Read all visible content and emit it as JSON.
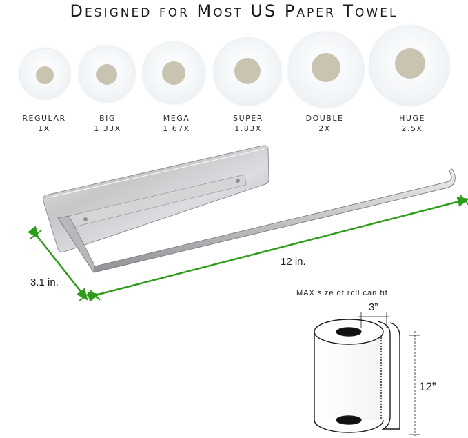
{
  "title": "Designed for Most US Paper Towel",
  "roll_sizes": [
    {
      "name": "REGULAR",
      "factor": "1X"
    },
    {
      "name": "BIG",
      "factor": "1.33X"
    },
    {
      "name": "MEGA",
      "factor": "1.67X"
    },
    {
      "name": "SUPER",
      "factor": "1.83X"
    },
    {
      "name": "DOUBLE",
      "factor": "2X"
    },
    {
      "name": "HUGE",
      "factor": "2.5X"
    }
  ],
  "holder": {
    "length_label": "12 in.",
    "depth_label": "3.1 in.",
    "dimension_color": "#2e9c1a"
  },
  "roll_diagram": {
    "caption": "MAX size of roll can fit",
    "core_label": "3”",
    "height_label": "12”"
  }
}
